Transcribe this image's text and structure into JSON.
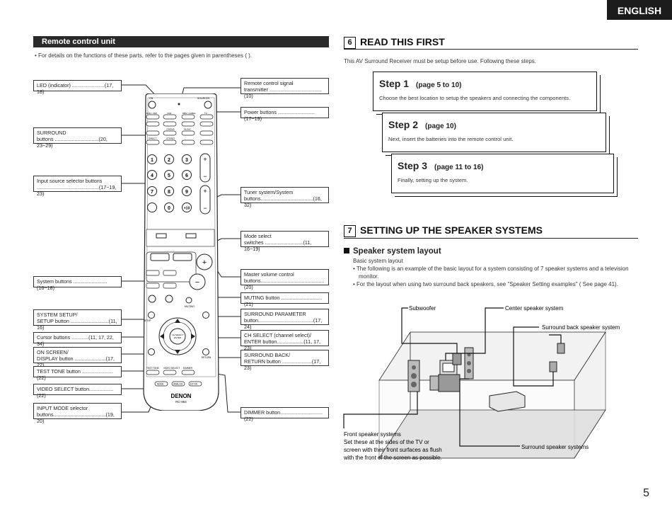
{
  "lang_tab": "ENGLISH",
  "left": {
    "section_title": "Remote control unit",
    "note": "• For details on the functions of these parts, refer to the pages given in parentheses (   ).",
    "callouts_left": [
      {
        "l1": "LED (indicator) .......................(17, 18)",
        "l2": ""
      },
      {
        "l1": "SURROUND",
        "l2": "buttons ...............................(20, 23~29)"
      },
      {
        "l1": "Input source selector buttons",
        "l2": "............................................(17~19, 23)"
      },
      {
        "l1": "System buttons ........................(16~18)",
        "l2": ""
      },
      {
        "l1": "SYSTEM SETUP/",
        "l2": "SETUP button ...........................(11, 16)"
      },
      {
        "l1": "Cursor buttons ............(11, 17, 22, 34)",
        "l2": ""
      },
      {
        "l1": "ON SCREEN/",
        "l2": "DISPLAY button ......................(17, 22)"
      },
      {
        "l1": "TEST TONE button ......................(22)",
        "l2": ""
      },
      {
        "l1": "VIDEO SELECT button.................(22)",
        "l2": ""
      },
      {
        "l1": "INPUT MODE selector",
        "l2": "buttons.....................................(19, 20)"
      }
    ],
    "callouts_right": [
      {
        "l1": "Remote control signal",
        "l2": "transmitter .....................................(10)"
      },
      {
        "l1": "Power buttons ..........................(17~19)",
        "l2": ""
      },
      {
        "l1": "Tuner system/System",
        "l2": "buttons.....................................(16, 32)"
      },
      {
        "l1": "Mode select",
        "l2": "switches ...........................(11, 16~19)"
      },
      {
        "l1": "Master volume control",
        "l2": "buttons.............................................(20)"
      },
      {
        "l1": "MUTING button .............................(21)",
        "l2": ""
      },
      {
        "l1": "SURROUND PARAMETER",
        "l2": "button.......................................(17, 24)"
      },
      {
        "l1": "CH SELECT (channel select)/",
        "l2": "ENTER button...................(11, 17, 23)"
      },
      {
        "l1": "SURROUND BACK/",
        "l2": "RETURN button .....................(17, 23)"
      },
      {
        "l1": "DIMMER button..............................(22)",
        "l2": ""
      }
    ],
    "remote": {
      "brand": "DENON",
      "model": "RC-964",
      "top_labels": [
        "ON",
        "SOURCES",
        "DVD / VDP",
        "VCR",
        "DBS / CABLE",
        "TV"
      ],
      "surround_labels": [
        "STANDARD",
        "CINEMA",
        "MUSIC",
        "DIRECT",
        "STEREO",
        "VIRTUAL"
      ],
      "keypad": [
        "1",
        "2",
        "3",
        "4",
        "5",
        "6",
        "7",
        "8",
        "9",
        "0",
        "+10"
      ],
      "misc": [
        "MUTING",
        "SETUP",
        "ON SCREEN",
        "DISPLAY",
        "RETURN",
        "TEST TONE",
        "VIDEO SELECT",
        "DIMMER",
        "MODE",
        "ANALOG",
        "EXT.IN",
        "CH SELECT ENTER"
      ]
    }
  },
  "right": {
    "s6_num": "6",
    "s6_title": "READ THIS FIRST",
    "s6_intro": "This AV Surround Receiver must be setup before use. Following these steps.",
    "steps": [
      {
        "title": "Step 1",
        "pages": "(page 5 to 10)",
        "desc": "Choose the best location to setup the speakers and connecting the components."
      },
      {
        "title": "Step 2",
        "pages": "(page 10)",
        "desc": "Next, insert the batteries into the remote control unit."
      },
      {
        "title": "Step 3",
        "pages": "(page 11 to 16)",
        "desc": "Finally, setting up the system."
      }
    ],
    "s7_num": "7",
    "s7_title": "SETTING UP THE SPEAKER SYSTEMS",
    "sub_title": "Speaker system layout",
    "sub_caption": "Basic system layout",
    "bullets": [
      "The following is an example of the basic layout for a system consisting of 7 speaker systems and a television monitor.",
      "For the layout when using two surround back speakers, see \"Speaker Setting examples\" ( See page 41)."
    ],
    "diagram_labels": {
      "subwoofer": "Subwoofer",
      "center": "Center speaker system",
      "surround_back": "Surround back speaker system",
      "front_1": "Front speaker systems",
      "front_2": "Set these at the sides of the TV or",
      "front_3": "screen with their front surfaces as flush",
      "front_4": "with the front of the screen as possible.",
      "surround": "Surround speaker systems"
    }
  },
  "page_number": "5"
}
